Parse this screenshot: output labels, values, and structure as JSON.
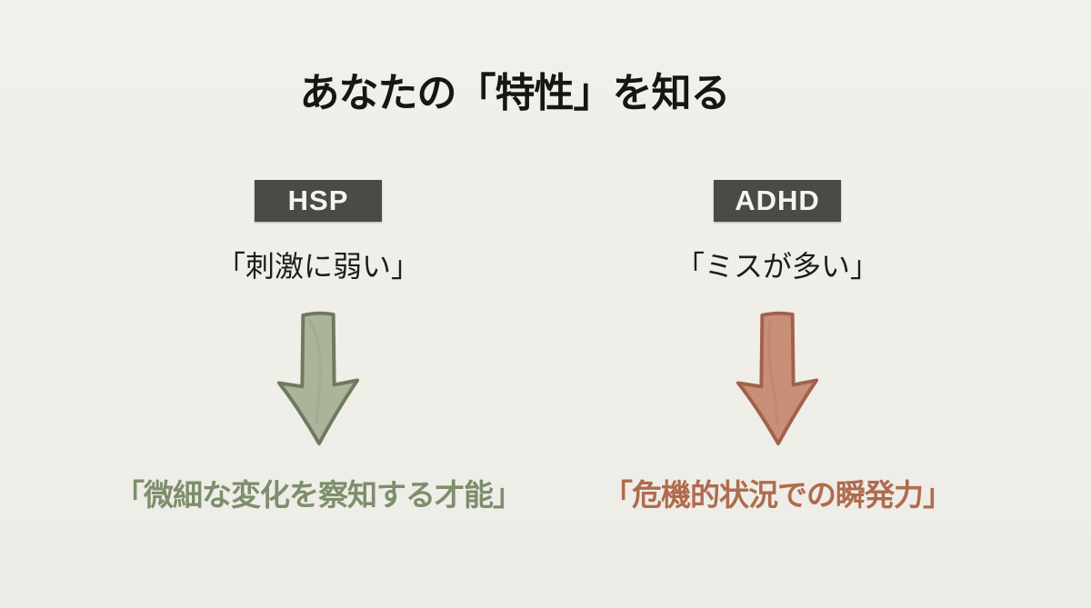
{
  "page": {
    "background": "#f0efe9"
  },
  "title": {
    "text": "あなたの「特性」を知る",
    "color": "#161614"
  },
  "badge_style": {
    "background": "#4a4a47",
    "text_color": "#f5f4f1"
  },
  "columns": [
    {
      "id": "hsp",
      "badge": "HSP",
      "trait": "「刺激に弱い」",
      "strength": "「微細な変化を察知する才能」",
      "trait_color": "#1d1d1b",
      "strength_color": "#7d8e6c",
      "arrow_icon": "down-arrow-icon",
      "arrow_fill": "#abb49b",
      "arrow_stroke": "#6d7a5e"
    },
    {
      "id": "adhd",
      "badge": "ADHD",
      "trait": "「ミスが多い」",
      "strength": "「危機的状況での瞬発力」",
      "trait_color": "#1d1d1b",
      "strength_color": "#b06b4e",
      "arrow_icon": "down-arrow-icon",
      "arrow_fill": "#c98f77",
      "arrow_stroke": "#a2614a"
    }
  ]
}
